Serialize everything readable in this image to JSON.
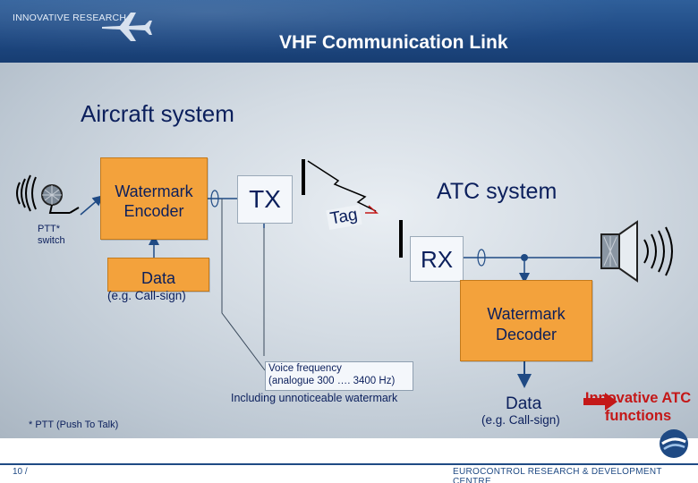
{
  "header": {
    "tagline": "INNOVATIVE RESEARCH",
    "title": "VHF Communication Link"
  },
  "aircraft": {
    "heading": "Aircraft system",
    "encoder": "Watermark Encoder",
    "tx": "TX",
    "data": "Data",
    "data_note": "(e.g. Call-sign)",
    "ptt": "PTT* switch"
  },
  "link": {
    "tag": "Tag",
    "voice_line_1": "Voice frequency",
    "voice_line_2": "(analogue 300 …. 3400 Hz)",
    "watermark_note": "Including unnoticeable watermark"
  },
  "atc": {
    "heading": "ATC system",
    "rx": "RX",
    "decoder": "Watermark Decoder",
    "data": "Data",
    "data_note": "(e.g. Call-sign)",
    "innovative": "Innovative ATC functions"
  },
  "footnote": "* PTT (Push To Talk)",
  "footer": {
    "page_number": "10 /",
    "org": "EUROCONTROL RESEARCH & DEVELOPMENT CENTRE"
  },
  "colors": {
    "box_orange": "#f3a23c",
    "line_blue": "#1f4a84",
    "accent_red": "#c41818",
    "text_navy": "#0b1f5c"
  },
  "icons": {
    "header": "airplane-icon",
    "microphone": "microphone-icon",
    "speaker": "speaker-icon",
    "arrow": "red-arrow-icon",
    "logo": "eurocontrol-logo"
  }
}
